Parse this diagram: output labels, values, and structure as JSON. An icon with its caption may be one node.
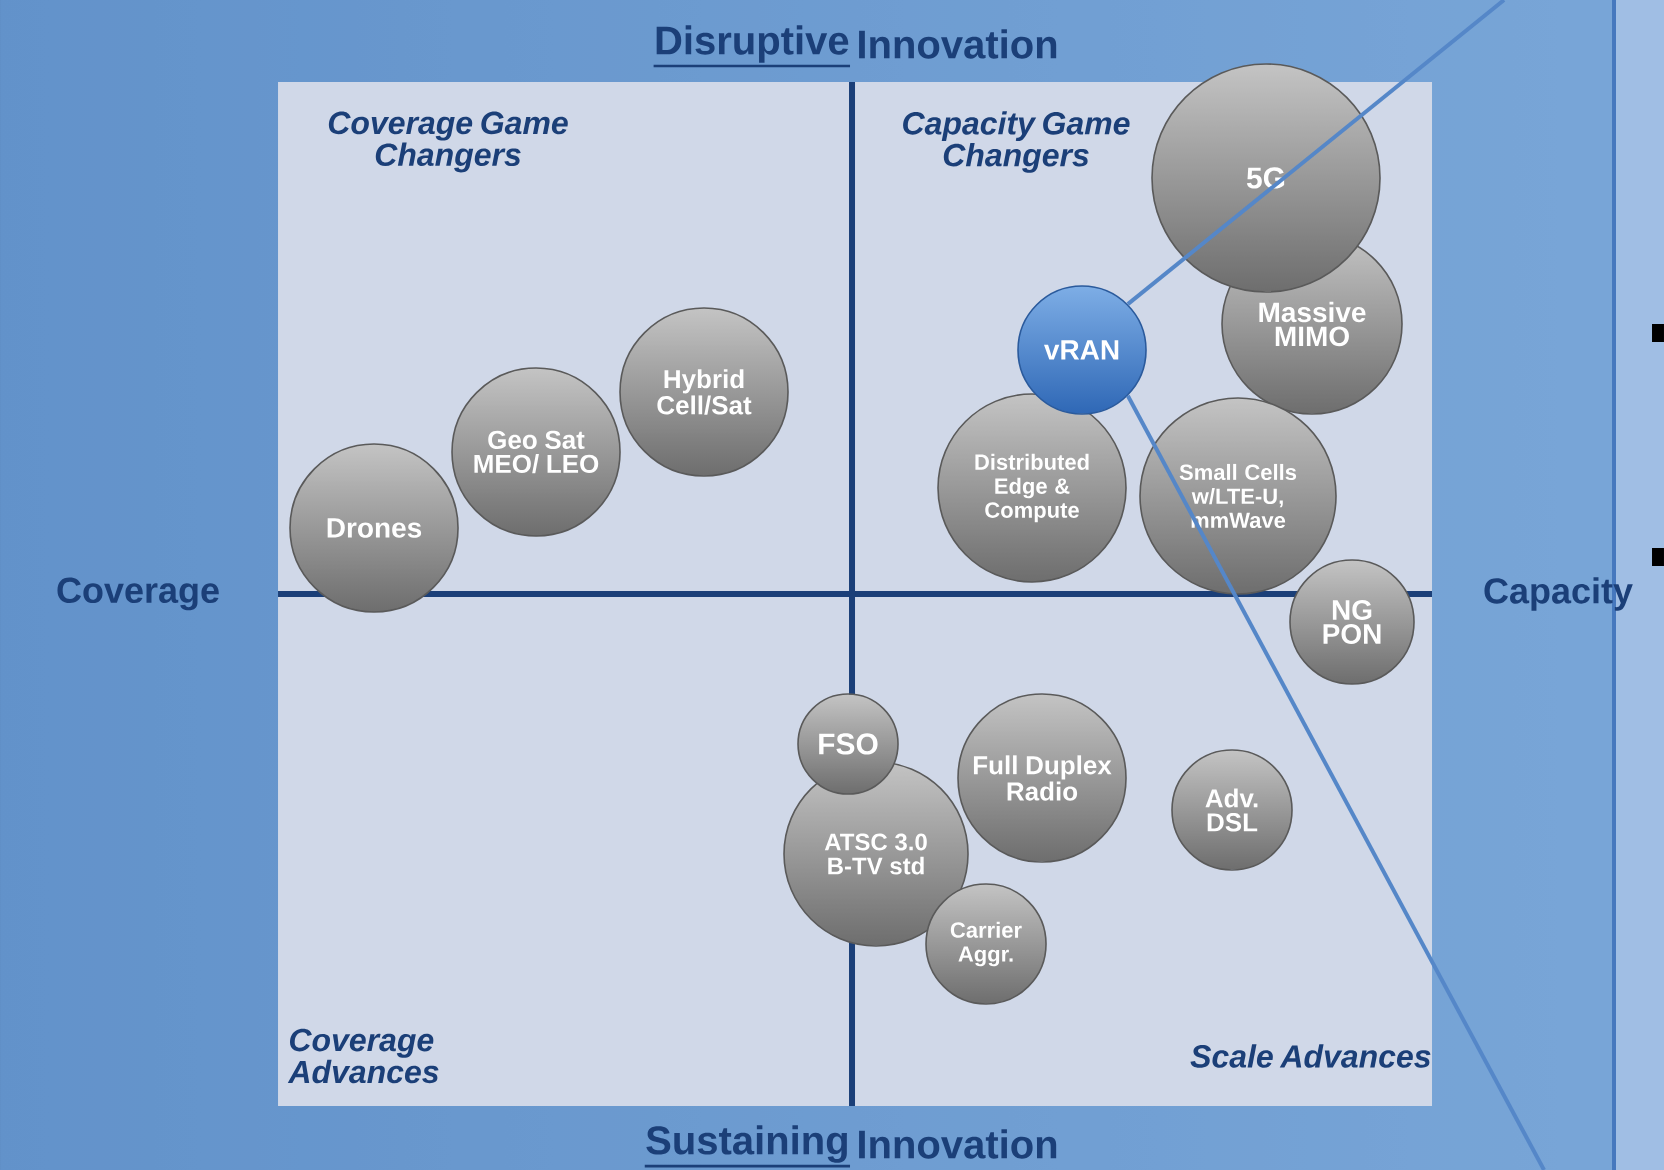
{
  "diagram": {
    "nodes": [
      {
        "text": [
          "Drones"
        ]
      },
      {
        "text": [
          "Geo Sat MEO/ LEO"
        ]
      },
      {
        "text": [
          "Hybrid Cell/Sat"
        ]
      },
      {
        "text": [
          "Massive MIMO"
        ]
      },
      {
        "text": [
          "5G"
        ]
      },
      {
        "text": [
          "Distributed Edge & Compute"
        ]
      },
      {
        "text": [
          "vRAN"
        ]
      },
      {
        "text": [
          "Small Cells w/LTE-U, mmWave"
        ]
      },
      {
        "text": [
          "NG PON"
        ]
      },
      {
        "text": [
          "ATSC 3.0 B-TV std"
        ]
      },
      {
        "text": [
          "FSO"
        ]
      },
      {
        "text": [
          "Full Duplex Radio"
        ]
      },
      {
        "text": [
          "Carrier Aggr."
        ]
      },
      {
        "text": [
          "Adv. DSL"
        ]
      }
    ],
    "edges": [
      {
        "from": 6,
        "to": null,
        "arrow": "none"
      },
      {
        "from": 6,
        "to": null,
        "arrow": "none"
      }
    ],
    "labels": [
      "Disruptive",
      "Innovation",
      "Coverage Game Changers",
      "Capacity Game Changers",
      "Coverage",
      "Capacity",
      "Coverage Advances",
      "Scale Advances",
      "Sustaining",
      "Innovation"
    ]
  }
}
